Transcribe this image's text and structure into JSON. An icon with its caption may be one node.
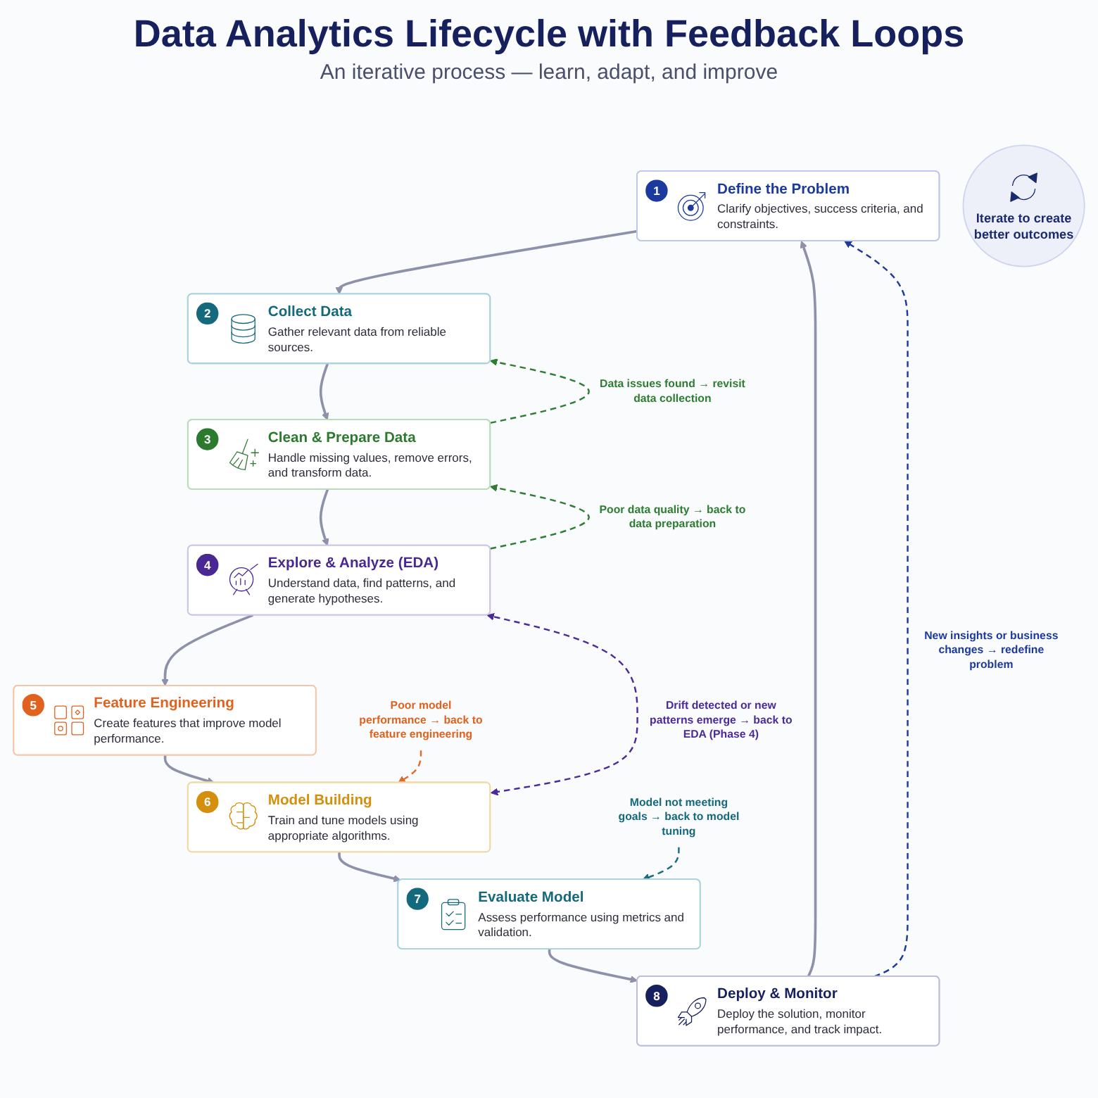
{
  "diagram": {
    "title": "Data Analytics Lifecycle with Feedback Loops",
    "nodes": [
      {
        "text": [
          "1",
          "Define the Problem",
          "Clarify objectives, success criteria, and constraints."
        ]
      },
      {
        "text": [
          "2",
          "Collect Data",
          "Gather relevant data from reliable sources."
        ]
      },
      {
        "text": [
          "3",
          "Clean & Prepare Data",
          "Handle missing values, remove errors, and transform data."
        ]
      },
      {
        "text": [
          "4",
          "Explore & Analyze (EDA)",
          "Understand data, find patterns, and generate hypotheses."
        ]
      },
      {
        "text": [
          "5",
          "Feature Engineering",
          "Create features that improve model performance."
        ]
      },
      {
        "text": [
          "6",
          "Model Building",
          "Train and tune models using appropriate algorithms."
        ]
      },
      {
        "text": [
          "7",
          "Evaluate Model",
          "Assess performance using metrics and validation."
        ]
      },
      {
        "text": [
          "8",
          "Deploy & Monitor",
          "Deploy the solution, monitor performance, and track impact."
        ]
      },
      {
        "text": [
          "Iterate to create better outcomes"
        ]
      },
      {
        "text": [
          "Model not meeting goals → back to model tuning"
        ]
      },
      {
        "text": [
          "Poor model performance → back to feature engineering"
        ]
      }
    ],
    "edges": [
      {
        "from": 0,
        "to": 1,
        "arrow": "to"
      },
      {
        "from": 1,
        "to": 2,
        "arrow": "to"
      },
      {
        "from": 2,
        "to": 3,
        "arrow": "to"
      },
      {
        "from": 3,
        "to": 4,
        "arrow": "to"
      },
      {
        "from": 4,
        "to": 5,
        "arrow": "to"
      },
      {
        "from": 5,
        "to": 6,
        "arrow": "to"
      },
      {
        "from": 6,
        "to": 7,
        "arrow": "to"
      },
      {
        "from": 7,
        "to": 0,
        "arrow": "to"
      },
      {
        "from": 7,
        "to": 0,
        "arrow": "to",
        "label": "New insights or business changes → redefine problem",
        "style": "dashed",
        "color": "#1c3a9e"
      },
      {
        "from": 2,
        "to": 1,
        "arrow": "to",
        "label": "Data issues found → revisit data collection",
        "style": "dashed",
        "color": "#2e7d32"
      },
      {
        "from": 3,
        "to": 2,
        "arrow": "to",
        "label": "Poor data quality → back to data preparation",
        "style": "dashed",
        "color": "#2e7d32"
      },
      {
        "from": 9,
        "to": 6,
        "arrow": "to",
        "style": "dashed",
        "color": "#1d6b80"
      },
      {
        "from": 10,
        "to": 5,
        "arrow": "to",
        "style": "dashed",
        "color": "#e06a2c"
      },
      {
        "from": 5,
        "to": 3,
        "arrow": "both",
        "label": "Drift detected or new patterns emerge → back to EDA (Phase 4)",
        "style": "dashed",
        "color": "#4b2a99"
      }
    ],
    "labels": [
      "An iterative process — learn, adapt, and improve"
    ]
  }
}
